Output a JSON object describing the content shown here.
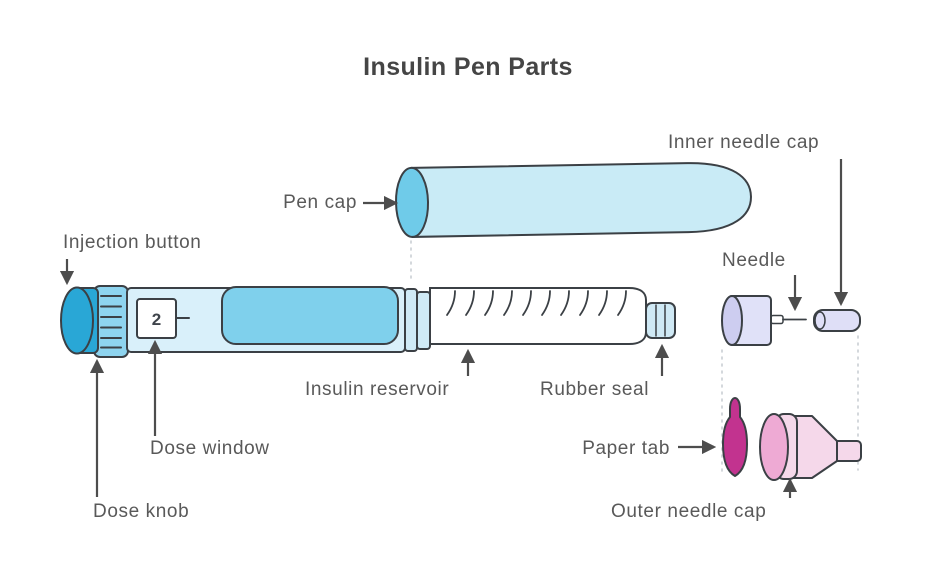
{
  "title": "Insulin Pen Parts",
  "dose_window_value": "2",
  "labels": {
    "pen_cap": "Pen cap",
    "inner_needle_cap": "Inner needle cap",
    "injection_button": "Injection button",
    "needle": "Needle",
    "insulin_reservoir": "Insulin reservoir",
    "rubber_seal": "Rubber seal",
    "dose_window": "Dose window",
    "paper_tab": "Paper tab",
    "dose_knob": "Dose knob",
    "outer_needle_cap": "Outer needle cap"
  },
  "colors": {
    "outline": "#3b4045",
    "label_text": "#595959",
    "title_text": "#454545",
    "arrow": "#4d4d4d",
    "dashed_guide": "#c9ced4",
    "pen_cap_body": "#c9ebf6",
    "pen_cap_face": "#6fcbe9",
    "injection_button": "#29a7d6",
    "dose_knob": "#8ed4ef",
    "pen_body": "#d9f0fa",
    "reservoir_window": "#7fd0ec",
    "thread_ring": "#cfeaf6",
    "barrel": "#ffffff",
    "rubber_seal": "#cfe9f5",
    "needle_hub": "#e0e1f8",
    "needle_hub_face": "#cdcdf0",
    "inner_needle_cap": "#dfdff7",
    "paper_tab": "#c2338f",
    "outer_needle_cap": "#f5d8ea",
    "outer_needle_cap_face": "#eeaad4"
  }
}
